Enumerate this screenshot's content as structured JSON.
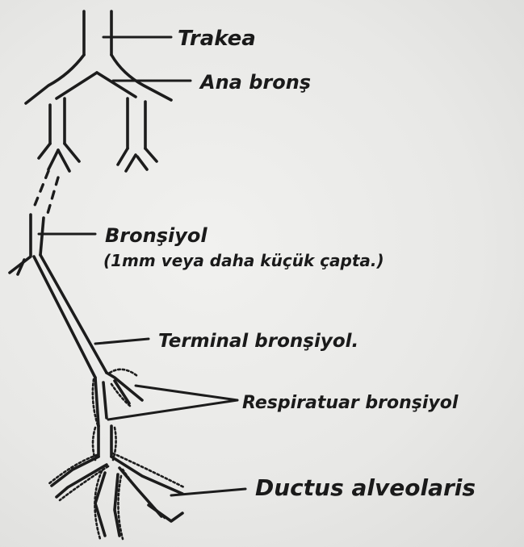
{
  "labels": {
    "trakea": "Trakea",
    "ana_bronx": "Ana bronş",
    "bronsiyol": "Bronşiyol",
    "bronsiyol_note": "(1mm veya daha küçük çapta.)",
    "terminal": "Terminal bronşiyol.",
    "respiratuar": "Respiratuar bronşiyol",
    "ductus": "Ductus alveolaris"
  }
}
